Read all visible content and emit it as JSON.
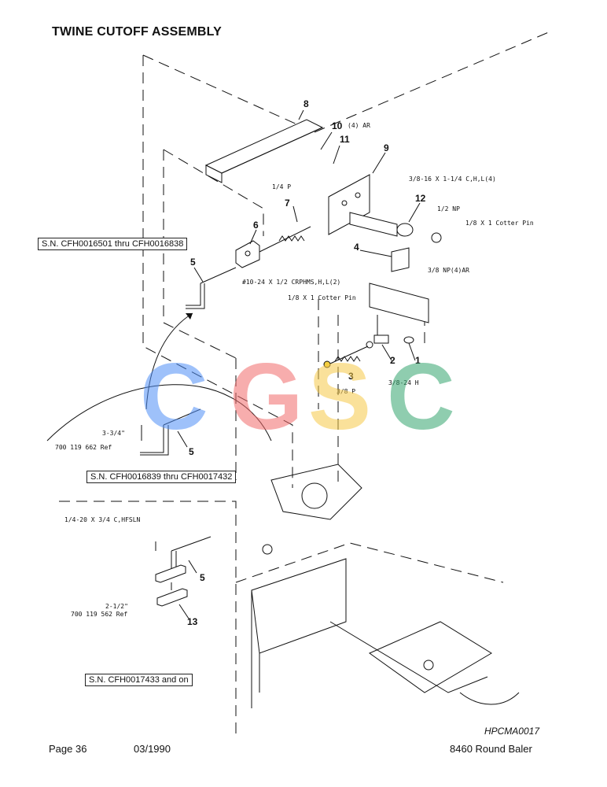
{
  "title": "TWINE CUTOFF ASSEMBLY",
  "footer": {
    "page": "Page 36",
    "date": "03/1990",
    "model": "8460 Round Baler"
  },
  "plate_id": "HPCMA0017",
  "serial_ranges": [
    "S.N. CFH0016501 thru CFH0016838",
    "S.N. CFH0016839 thru CFH0017432",
    "S.N. CFH0017433  and on"
  ],
  "callouts": [
    "8",
    "10",
    "11",
    "9",
    "12",
    "7",
    "6",
    "5",
    "4",
    "2",
    "1",
    "3",
    "5",
    "5",
    "13"
  ],
  "hardware_labels": [
    "(4) AR",
    "3/8-16 X 1-1/4 C,H,L(4)",
    "1/4 P",
    "1/2 NP",
    "1/8 X 1 Cotter Pin",
    "3/8 NP(4)AR",
    "#10-24 X 1/2 CRPHMS,H,L(2)",
    "1/8 X 1 Cotter Pin",
    "3/8-24 H",
    "3/8 P",
    "3-3/4\"",
    "700 119 662 Ref",
    "1/4-20 X 3/4 C,HFSLN",
    "2-1/2\"",
    "700 119 562 Ref"
  ],
  "watermark": {
    "letters": [
      "C",
      "G",
      "S",
      "C"
    ],
    "colors": [
      "#4f8ff7",
      "#f26b6b",
      "#f7c948",
      "#34a66e"
    ]
  }
}
